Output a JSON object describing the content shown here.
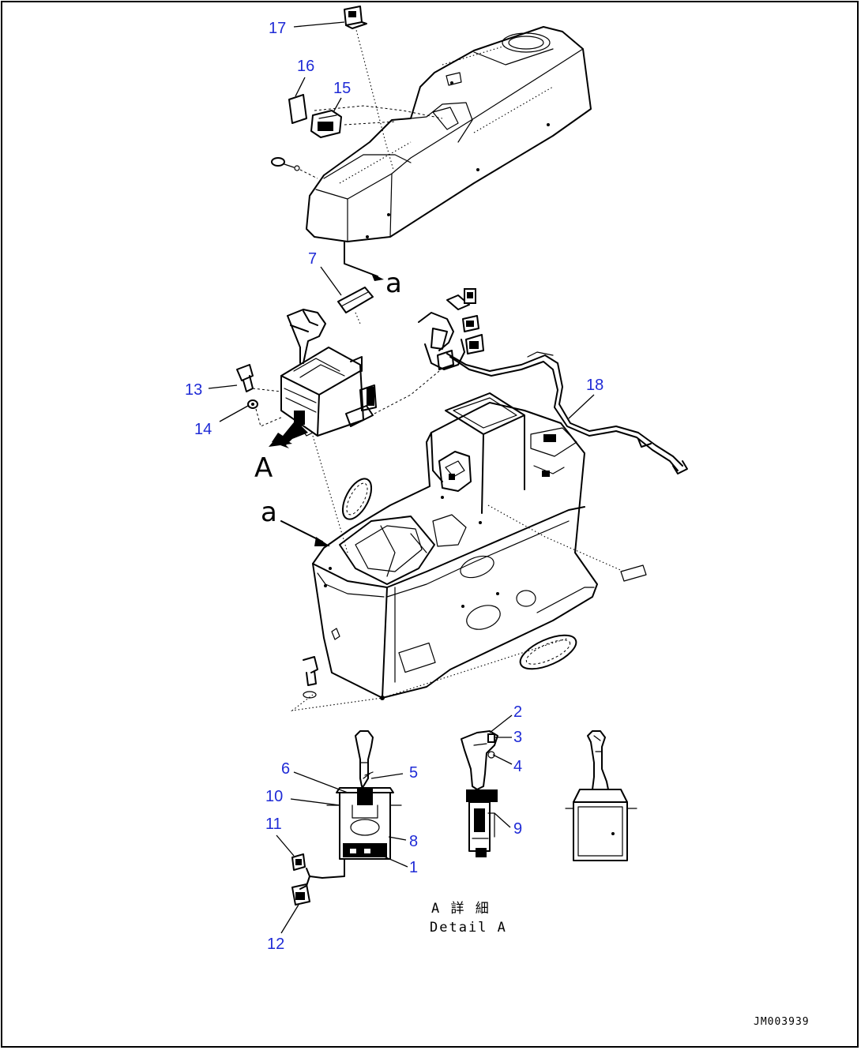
{
  "diagram": {
    "callouts": [
      {
        "id": "c17",
        "label": "17"
      },
      {
        "id": "c16",
        "label": "16"
      },
      {
        "id": "c15",
        "label": "15"
      },
      {
        "id": "c7",
        "label": "7"
      },
      {
        "id": "c13",
        "label": "13"
      },
      {
        "id": "c14",
        "label": "14"
      },
      {
        "id": "c18",
        "label": "18"
      },
      {
        "id": "c2",
        "label": "2"
      },
      {
        "id": "c3",
        "label": "3"
      },
      {
        "id": "c4",
        "label": "4"
      },
      {
        "id": "c6",
        "label": "6"
      },
      {
        "id": "c5",
        "label": "5"
      },
      {
        "id": "c10",
        "label": "10"
      },
      {
        "id": "c11",
        "label": "11"
      },
      {
        "id": "c8",
        "label": "8"
      },
      {
        "id": "c9",
        "label": "9"
      },
      {
        "id": "c1",
        "label": "1"
      },
      {
        "id": "c12",
        "label": "12"
      }
    ],
    "letters": {
      "a_upper_ref": "a",
      "a_lower_ref": "a",
      "view_a": "A"
    },
    "detail_caption_jp": "A 詳 細",
    "detail_caption_en": "Detail A",
    "drawing_code": "JM003939",
    "label_color": "#1f2bd6"
  }
}
